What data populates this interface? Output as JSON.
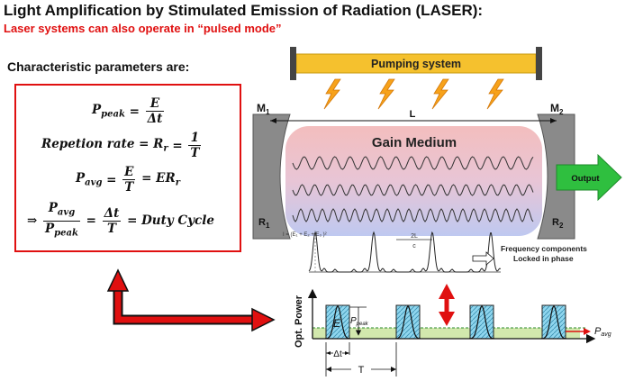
{
  "title": "Light Amplification by Stimulated Emission of Radiation (LASER):",
  "subtitle": "Laser systems can also operate in “pulsed mode”",
  "heading": "Characteristic parameters are:",
  "equations": {
    "eq1": {
      "lhs": "P",
      "lhs_sub": "peak",
      "eq": "=",
      "num": "E",
      "den": "Δt"
    },
    "eq2": {
      "lhs": "Repetion rate = R",
      "lhs_sub": "r",
      "eq": "=",
      "num": "1",
      "den": "T"
    },
    "eq3": {
      "lhs": "P",
      "lhs_sub": "avg",
      "eq": "=",
      "num": "E",
      "den": "T",
      "rhs": "= ER",
      "rhs_sub": "r"
    },
    "eq4": {
      "arrow": "⇒",
      "num1": "P",
      "num1_sub": "avg",
      "den1": "P",
      "den1_sub": "peak",
      "eq": "=",
      "num2": "Δt",
      "den2": "T",
      "rhs": "= Duty Cycle"
    }
  },
  "laser": {
    "pumping": "Pumping system",
    "m1": "M",
    "m1_sub": "1",
    "m2": "M",
    "m2_sub": "2",
    "length": "L",
    "gain": "Gain Medium",
    "r1": "R",
    "r1_sub": "1",
    "r2": "R",
    "r2_sub": "2",
    "output": "Output"
  },
  "mode": {
    "sum_label": "I = (E₁ + E₂ + E₃ )²",
    "round_trip_num": "2L",
    "round_trip_den": "c",
    "freq_line1": "Frequency components",
    "freq_line2": "Locked in phase"
  },
  "pulse": {
    "ylabel": "Opt. Power",
    "energy": "E",
    "peak": "P",
    "peak_sub": "peak",
    "avg": "P",
    "avg_sub": "avg",
    "dt": "Δt",
    "period": "T"
  },
  "colors": {
    "accent_red": "#e01010",
    "pump_fill": "#f5c12e",
    "output_green": "#2fbf3f",
    "pulse_fill": "#7fd0ea",
    "avg_band": "#cde5a4"
  }
}
